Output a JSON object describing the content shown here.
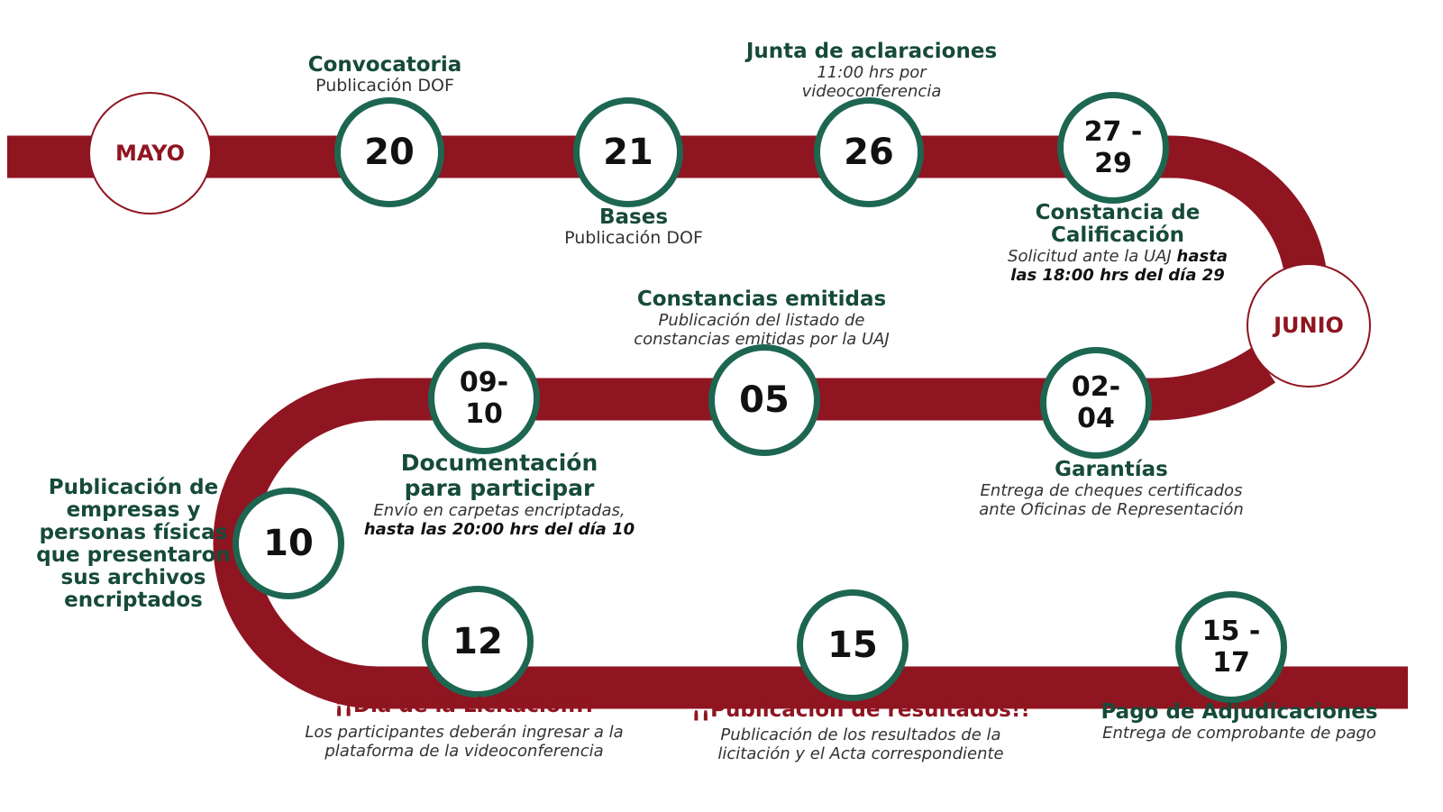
{
  "months": {
    "may": "MAYO",
    "june": "JUNIO"
  },
  "dates": {
    "d20": [
      "20"
    ],
    "d21": [
      "21"
    ],
    "d26": [
      "26"
    ],
    "d27": [
      "27 -",
      "29"
    ],
    "d02": [
      "02-",
      "04"
    ],
    "d05": [
      "05"
    ],
    "d09": [
      "09-",
      "10"
    ],
    "d10": [
      "10"
    ],
    "d12": [
      "12"
    ],
    "d15": [
      "15"
    ],
    "d1517": [
      "15 -",
      "17"
    ]
  },
  "events": {
    "convocatoria": {
      "title": "Convocatoria",
      "sub": "Publicación DOF"
    },
    "bases": {
      "title": "Bases",
      "sub": "Publicación DOF"
    },
    "junta": {
      "title": "Junta de aclaraciones",
      "sub1": "11:00 hrs por",
      "sub2": "videoconferencia"
    },
    "constancia": {
      "title1": "Constancia de",
      "title2": "Calificación",
      "sub1": "Solicitud ante la UAJ",
      "sub1_bold": "hasta",
      "sub2_bold": "las 18:00 hrs del día 29"
    },
    "constancias": {
      "title": "Constancias emitidas",
      "sub1": "Publicación del listado de",
      "sub2": "constancias emitidas por la UAJ"
    },
    "garantias": {
      "title": "Garantías",
      "sub1": "Entrega de cheques certificados",
      "sub2": "ante Oficinas de Representación"
    },
    "documentacion": {
      "title1": "Documentación",
      "title2": "para participar",
      "sub1": "Envío en carpetas encriptadas,",
      "sub2_bold": "hasta las 20:00 hrs del día 10"
    },
    "publicacion_empresas": {
      "lines": [
        "Publicación de",
        "empresas y",
        "personas físicas",
        "que presentaron",
        "sus archivos",
        "encriptados"
      ]
    },
    "licitacion": {
      "title": "¡¡Día de la Licitación!!",
      "sub1": "Los participantes deberán ingresar a la",
      "sub2": "plataforma de la videoconferencia"
    },
    "resultados": {
      "title": "¡¡Publicación de resultados!!",
      "sub1": "Publicación de los resultados de la",
      "sub2": "licitación y el Acta correspondiente"
    },
    "pago": {
      "title": "Pago de Adjudicaciones",
      "sub": "Entrega de comprobante de pago"
    }
  },
  "colors": {
    "road": "#8f1521",
    "ring": "#1d6651",
    "title": "#164a3a"
  }
}
